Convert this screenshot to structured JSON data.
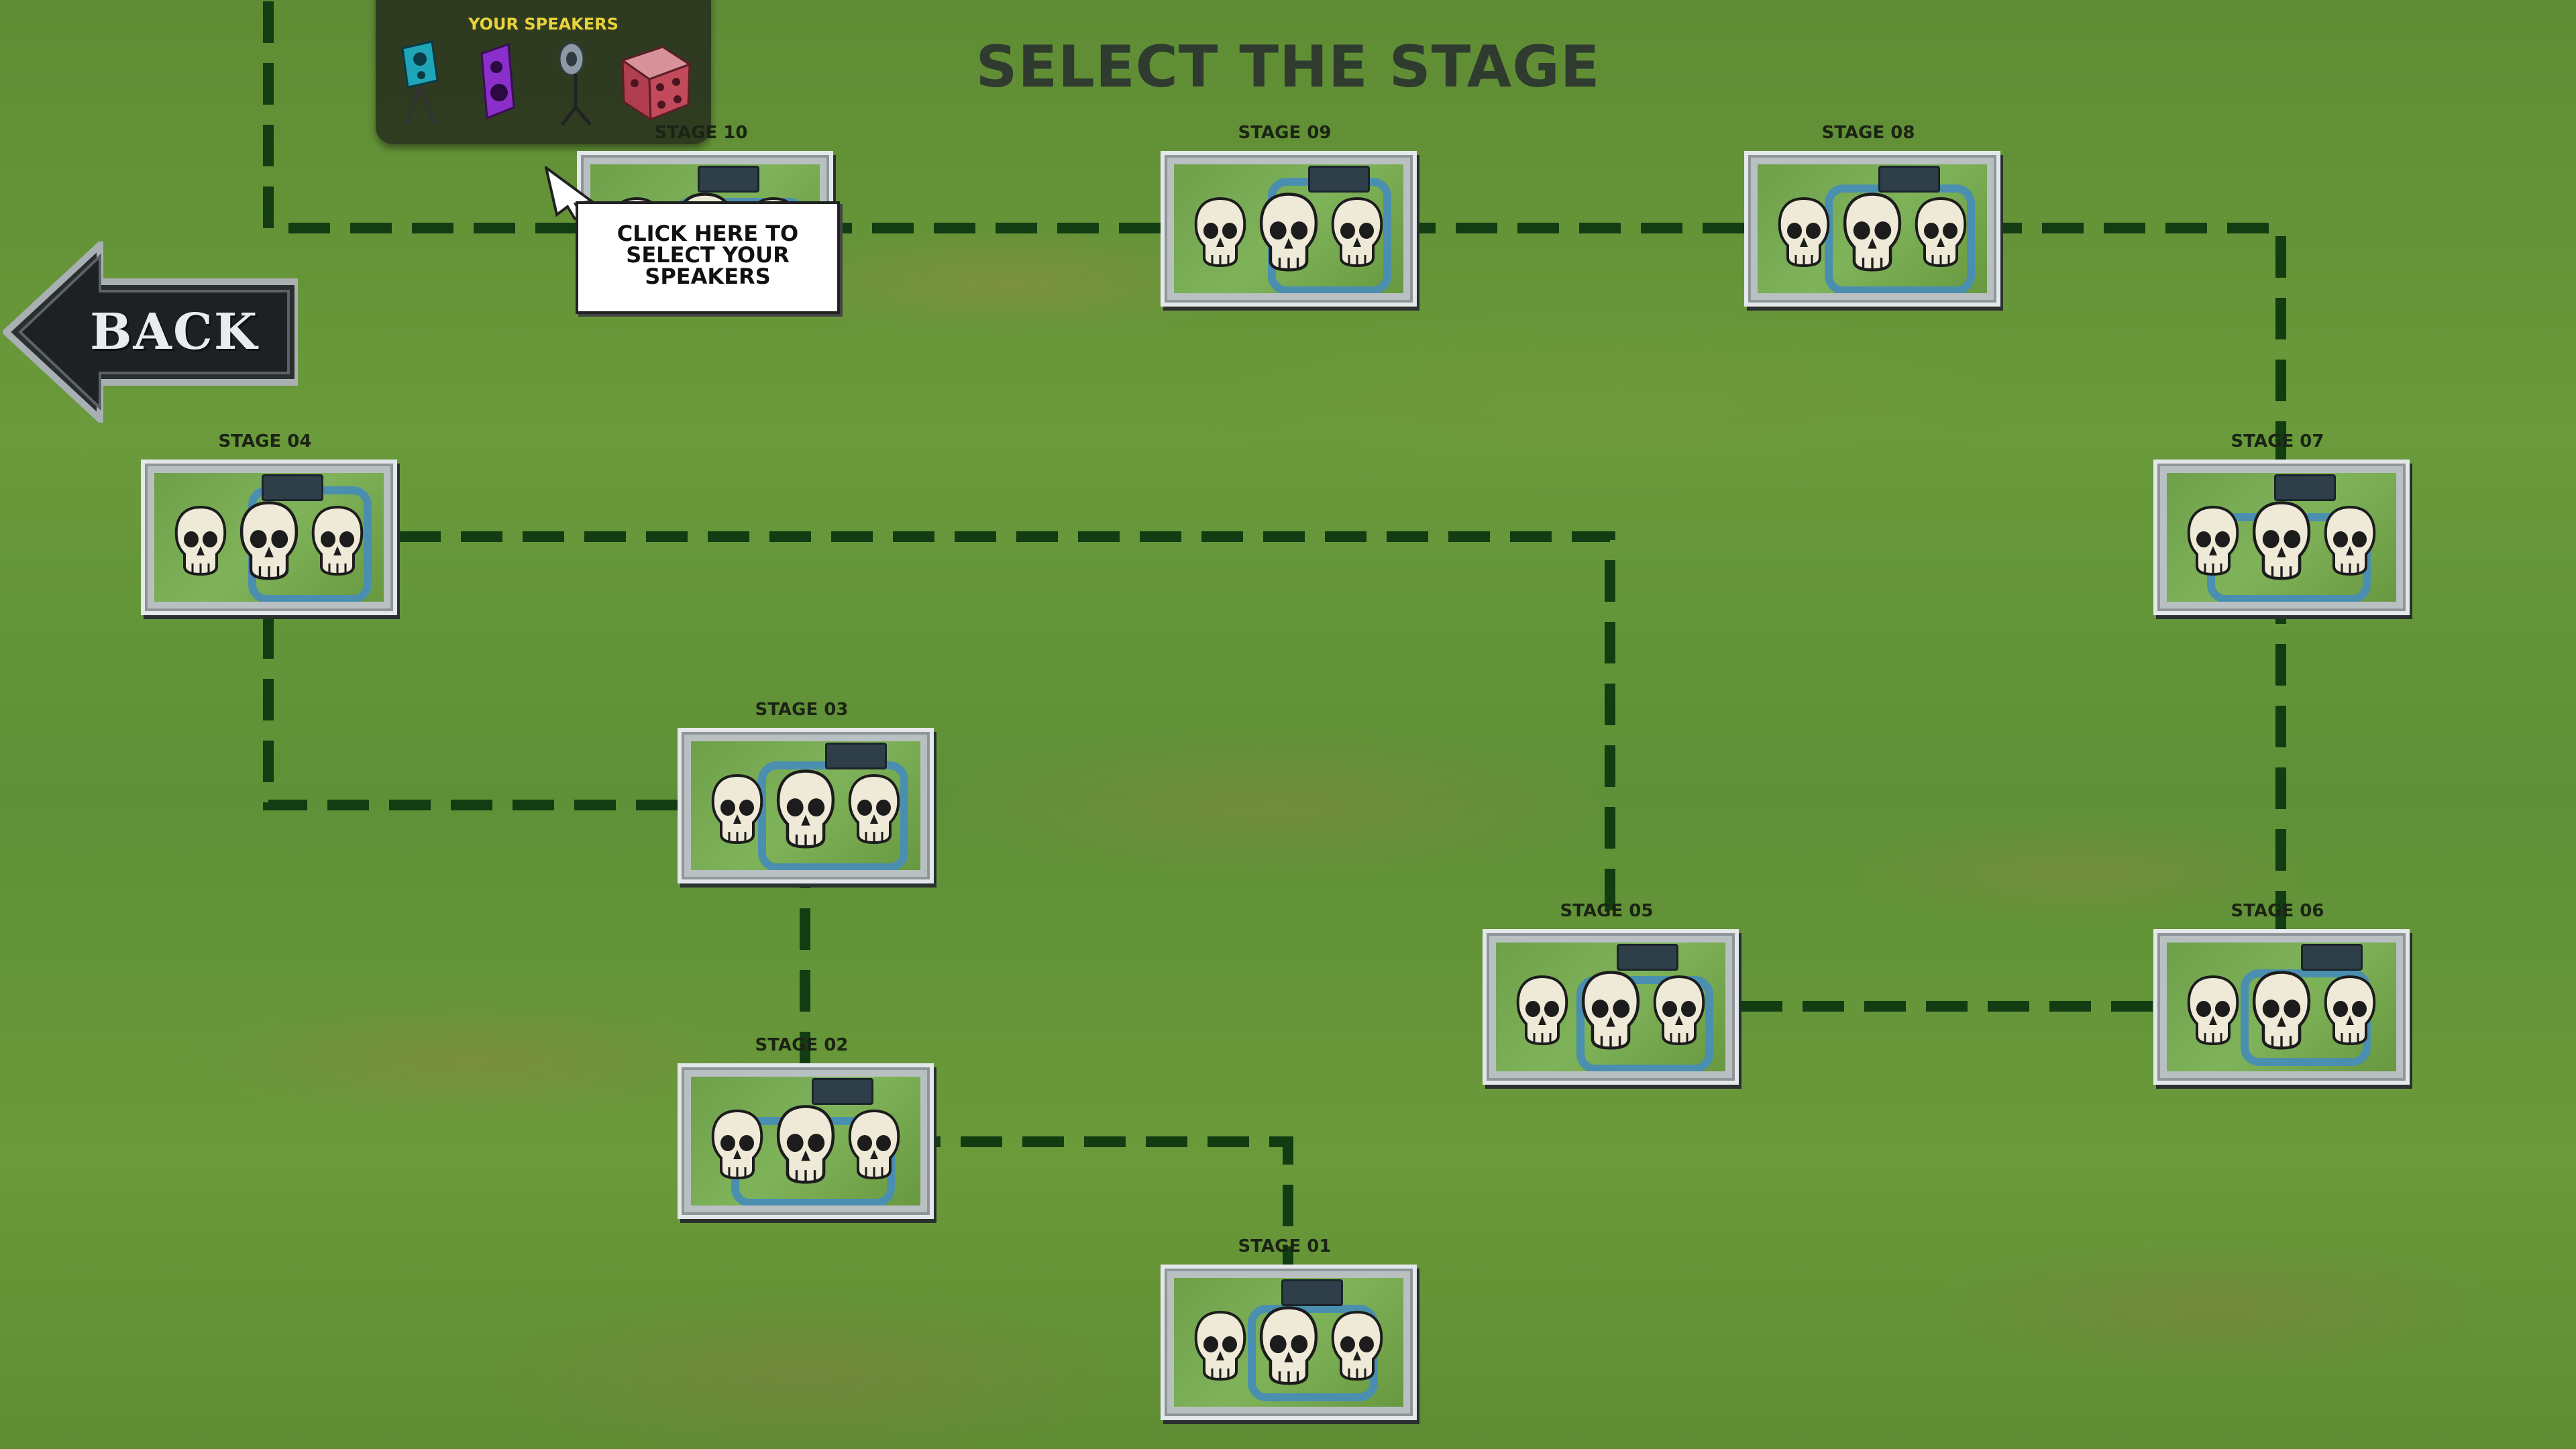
{
  "screen": {
    "title": "SELECT THE STAGE"
  },
  "back_button": {
    "label": "BACK"
  },
  "speaker_panel": {
    "title": "YOUR SPEAKERS",
    "speakers": [
      {
        "icon": "teal-speaker-icon",
        "color": "#1ea6b8"
      },
      {
        "icon": "purple-speaker-icon",
        "color": "#8a2fc9"
      },
      {
        "icon": "horn-speaker-on-tripod-icon",
        "color": "#8d9aa3"
      },
      {
        "icon": "red-cube-speaker-icon",
        "color": "#c24a5a"
      }
    ]
  },
  "tooltip": {
    "lines": [
      "CLICK HERE TO",
      "SELECT YOUR",
      "SPEAKERS"
    ]
  },
  "stages": [
    {
      "id": "stage-01",
      "label": "STAGE 01"
    },
    {
      "id": "stage-02",
      "label": "STAGE 02"
    },
    {
      "id": "stage-03",
      "label": "STAGE 03"
    },
    {
      "id": "stage-04",
      "label": "STAGE 04"
    },
    {
      "id": "stage-05",
      "label": "STAGE 05"
    },
    {
      "id": "stage-06",
      "label": "STAGE 06"
    },
    {
      "id": "stage-07",
      "label": "STAGE 07"
    },
    {
      "id": "stage-08",
      "label": "STAGE 08"
    },
    {
      "id": "stage-09",
      "label": "STAGE 09"
    },
    {
      "id": "stage-10",
      "label": "STAGE 10"
    }
  ],
  "colors": {
    "path": "#123d12",
    "title": "#2f3b2f",
    "panel_title": "#e9d23a"
  }
}
